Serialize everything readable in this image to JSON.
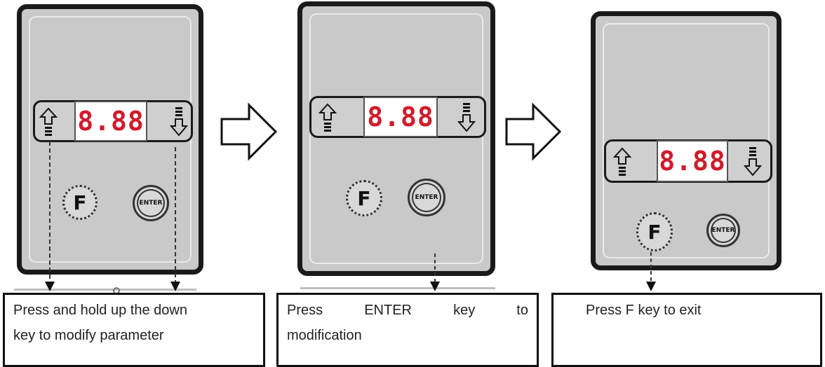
{
  "steps": [
    {
      "display": "8.88",
      "f_label": "F",
      "enter_label": "ENTER",
      "caption_line1": "Press and hold up the down",
      "caption_line2": "key to modify parameter"
    },
    {
      "display": "8.88",
      "f_label": "F",
      "enter_label": "ENTER",
      "caption_line1": "Press ENTER key to",
      "caption_line2": "modification"
    },
    {
      "display": "8.88",
      "f_label": "F",
      "enter_label": "ENTER",
      "caption_line1": "Press F key to exit",
      "caption_line2": ""
    }
  ],
  "colors": {
    "panel": "#c9c9c9",
    "display_digits": "#d11a2a",
    "frame": "#1a1a1a"
  },
  "icons": [
    "up-arrow-key-icon",
    "down-arrow-key-icon",
    "flow-arrow-icon",
    "dashed-pointer-arrow-icon"
  ]
}
